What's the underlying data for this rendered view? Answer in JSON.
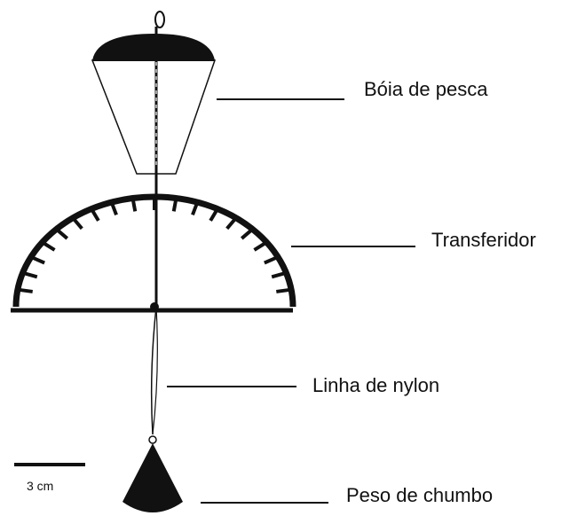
{
  "labels": {
    "float": "Bóia de pesca",
    "protractor": "Transferidor",
    "line": "Linha de nylon",
    "weight": "Peso de chumbo"
  },
  "scale": {
    "text": "3 cm"
  },
  "colors": {
    "ink": "#111111",
    "background": "#ffffff"
  }
}
